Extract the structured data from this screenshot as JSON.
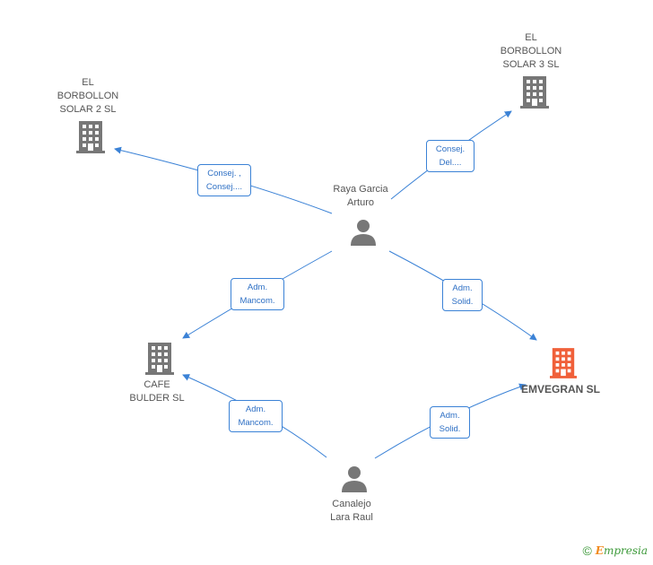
{
  "colors": {
    "edge": "#3b82d6",
    "company": "#777777",
    "company_main": "#f0603a",
    "person": "#777777"
  },
  "nodes": {
    "el_borbollon_2": {
      "label": "EL\nBORBOLLON\nSOLAR 2 SL",
      "icon": "building-icon"
    },
    "el_borbollon_3": {
      "label": "EL\nBORBOLLON\nSOLAR 3 SL",
      "icon": "building-icon"
    },
    "raya": {
      "label": "Raya Garcia\nArturo",
      "icon": "person-icon"
    },
    "cafe": {
      "label": "CAFE\nBULDER SL",
      "icon": "building-icon"
    },
    "emvegran": {
      "label": "EMVEGRAN SL",
      "icon": "building-icon"
    },
    "canalejo": {
      "label": "Canalejo\nLara Raul",
      "icon": "person-icon"
    }
  },
  "edges": {
    "raya_b2": "Consej. ,\nConsej....",
    "raya_b3": "Consej.\nDel....",
    "raya_cafe": "Adm.\nMancom.",
    "raya_emv": "Adm.\nSolid.",
    "can_cafe": "Adm.\nMancom.",
    "can_emv": "Adm.\nSolid."
  },
  "footer": {
    "copyright": "©",
    "brand_initial": "E",
    "brand_rest": "mpresia"
  }
}
